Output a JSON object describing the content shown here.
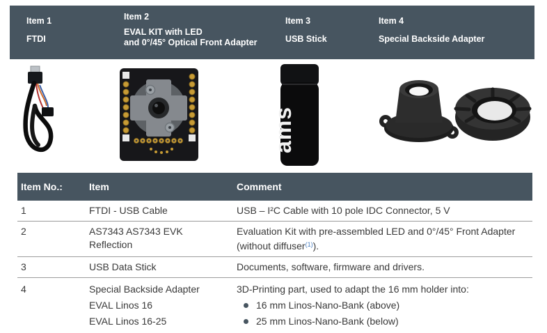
{
  "colors": {
    "header_bg": "#475560",
    "footnote_link": "#4a7fc1",
    "bullet": "#475560",
    "body_text": "#393939"
  },
  "banner": {
    "items": [
      {
        "label": "Item 1",
        "name": "FTDI"
      },
      {
        "label": "Item 2",
        "name": "EVAL KIT with LED\nand 0°/45° Optical Front Adapter"
      },
      {
        "label": "Item 3",
        "name": "USB Stick"
      },
      {
        "label": "Item 4",
        "name": "Special Backside Adapter"
      }
    ]
  },
  "images": {
    "item1": "usb-ftdi-cable-photo",
    "item2": "eval-kit-pcb-photo",
    "item3": "ams-usb-stick-photo",
    "item4": "backside-adapter-rings-photo",
    "usb_stick_logo": "ams"
  },
  "table": {
    "headers": [
      "Item No.:",
      "Item",
      "Comment"
    ],
    "rows": [
      {
        "no": "1",
        "item": "FTDI - USB Cable",
        "comment": "USB – I²C Cable with 10 pole IDC Connector, 5 V"
      },
      {
        "no": "2",
        "item": "AS7343 AS7343 EVK\nReflection",
        "comment": "Evaluation Kit with pre-assembled LED and 0°/45° Front Adapter (without diffuser",
        "footnote_ref": "(1)",
        "comment_end": ")."
      },
      {
        "no": "3",
        "item": "USB Data Stick",
        "comment": "Documents, software, firmware and drivers."
      },
      {
        "no": "4",
        "item": "Special Backside Adapter\nEVAL Linos 16\nEVAL Linos 16-25",
        "comment_intro": "3D-Printing part, used to adapt the 16 mm holder into:",
        "bullets": [
          "16 mm Linos-Nano-Bank (above)",
          "25 mm Linos-Nano-Bank (below)"
        ]
      }
    ]
  }
}
